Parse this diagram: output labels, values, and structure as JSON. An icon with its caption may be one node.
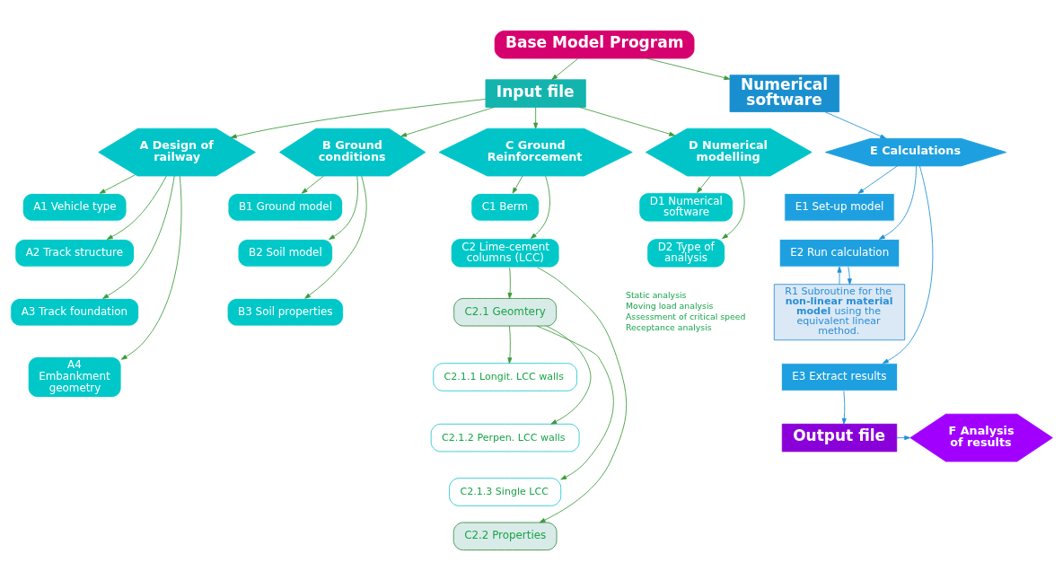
{
  "diagram": {
    "nodes": [
      {
        "text": [
          "Base Model Program"
        ]
      },
      {
        "text": [
          "Input file"
        ]
      },
      {
        "text": [
          "Numerical software"
        ]
      },
      {
        "text": [
          "A Design of railway"
        ]
      },
      {
        "text": [
          "A1 Vehicle type"
        ]
      },
      {
        "text": [
          "A2 Track structure"
        ]
      },
      {
        "text": [
          "A3 Track foundation"
        ]
      },
      {
        "text": [
          "A4 Embankment geometry"
        ]
      },
      {
        "text": [
          "B Ground conditions"
        ]
      },
      {
        "text": [
          "B1 Ground model"
        ]
      },
      {
        "text": [
          "B2 Soil model"
        ]
      },
      {
        "text": [
          "B3 Soil properties"
        ]
      },
      {
        "text": [
          "C Ground Reinforcement"
        ]
      },
      {
        "text": [
          "C1 Berm"
        ]
      },
      {
        "text": [
          "C2 Lime-cement columns (LCC)"
        ]
      },
      {
        "text": [
          "C2.1 Geomtery"
        ]
      },
      {
        "text": [
          "C2.1.1 Longit. LCC walls"
        ]
      },
      {
        "text": [
          "C2.1.2 Perpen. LCC walls"
        ]
      },
      {
        "text": [
          "C2.1.3 Single LCC"
        ]
      },
      {
        "text": [
          "C2.2 Properties"
        ]
      },
      {
        "text": [
          "D Numerical modelling"
        ]
      },
      {
        "text": [
          "D1 Numerical software"
        ]
      },
      {
        "text": [
          "D2 Type of analysis"
        ],
        "beside": [
          "Static analysis",
          "Moving load analysis",
          "Assessment of critical speed",
          "Receptance analysis"
        ]
      },
      {
        "text": [
          "E Calculations"
        ]
      },
      {
        "text": [
          "E1 Set-up model"
        ]
      },
      {
        "text": [
          "E2 Run calculation"
        ]
      },
      {
        "text": [
          "R1 Subroutine for the **non-linear material model** using the equivalent linear method."
        ]
      },
      {
        "text": [
          "E3 Extract results"
        ]
      },
      {
        "text": [
          "Output file"
        ]
      },
      {
        "text": [
          "F Analysis of results"
        ]
      }
    ],
    "edges": [
      {
        "from": 0,
        "to": 1,
        "arrow": "to"
      },
      {
        "from": 0,
        "to": 2,
        "arrow": "to"
      },
      {
        "from": 1,
        "to": 3,
        "arrow": "to"
      },
      {
        "from": 1,
        "to": 8,
        "arrow": "to"
      },
      {
        "from": 1,
        "to": 12,
        "arrow": "to"
      },
      {
        "from": 1,
        "to": 20,
        "arrow": "to"
      },
      {
        "from": 3,
        "to": 4,
        "arrow": "to"
      },
      {
        "from": 3,
        "to": 5,
        "arrow": "to"
      },
      {
        "from": 3,
        "to": 6,
        "arrow": "to"
      },
      {
        "from": 3,
        "to": 7,
        "arrow": "to"
      },
      {
        "from": 8,
        "to": 9,
        "arrow": "to"
      },
      {
        "from": 8,
        "to": 10,
        "arrow": "to"
      },
      {
        "from": 8,
        "to": 11,
        "arrow": "to"
      },
      {
        "from": 12,
        "to": 13,
        "arrow": "to"
      },
      {
        "from": 12,
        "to": 14,
        "arrow": "to"
      },
      {
        "from": 14,
        "to": 15,
        "arrow": "to"
      },
      {
        "from": 14,
        "to": 19,
        "arrow": "to"
      },
      {
        "from": 15,
        "to": 16,
        "arrow": "to"
      },
      {
        "from": 15,
        "to": 17,
        "arrow": "to"
      },
      {
        "from": 15,
        "to": 18,
        "arrow": "to"
      },
      {
        "from": 20,
        "to": 21,
        "arrow": "to"
      },
      {
        "from": 20,
        "to": 22,
        "arrow": "to"
      },
      {
        "from": 2,
        "to": 23,
        "arrow": "to",
        "color": "#1e8fd6"
      },
      {
        "from": 23,
        "to": 24,
        "arrow": "to",
        "color": "#1e8fd6"
      },
      {
        "from": 23,
        "to": 25,
        "arrow": "to",
        "color": "#1e8fd6"
      },
      {
        "from": 23,
        "to": 27,
        "arrow": "to",
        "color": "#1e8fd6"
      },
      {
        "from": 26,
        "to": 25,
        "arrow": "to",
        "color": "#1e8fd6"
      },
      {
        "from": 25,
        "to": 26,
        "arrow": "to",
        "color": "#1e8fd6"
      },
      {
        "from": 27,
        "to": 28,
        "arrow": "to",
        "color": "#1e8fd6"
      },
      {
        "from": 28,
        "to": 29,
        "arrow": "to",
        "color": "#1e8fd6"
      }
    ]
  }
}
